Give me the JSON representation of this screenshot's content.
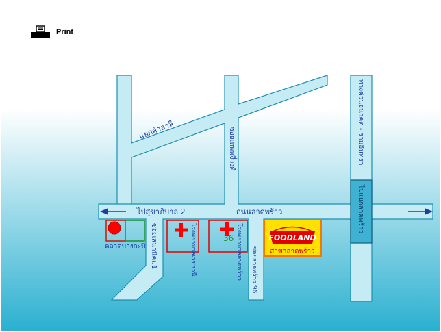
{
  "print": {
    "label": "Print"
  },
  "roads": {
    "diagonal": "แยกลำลาลี",
    "left_vertical": "ซอยเสนานิคม1",
    "middle_vertical": "ซอยเทพพจี่วงศ์",
    "right_vertical": "ทางด่วนอนาคต - รามอินทรา",
    "right_vertical_inner": "ไปแยกลาดพร้าว",
    "main_left": "ไปสุขาภิบาล 2",
    "main_right": "ถนนลาดพร้าว",
    "soi_96": "ซอยลาดพร้าว 96"
  },
  "places": {
    "market": "ตลาดบางกะปิ",
    "hospital1": "โรงพยาบาลเวชธานี",
    "hospital2": "โรงพยาบาลลาดพร้าว",
    "hospital2_number": "36",
    "foodland_brand": "FOODLAND",
    "foodland_branch": "สาขาลาดพร้าว"
  },
  "colors": {
    "road_fill": "#c5ecf4",
    "road_stroke": "#1e8fb0",
    "sky_top": "#ffffff",
    "sky_bottom": "#2bb0d0",
    "cross_red": "#ff0000",
    "foodland_yellow": "#ffe100",
    "highway_fill": "#3fb1d2"
  },
  "icons": [
    "printer-icon",
    "arrow-left-icon",
    "arrow-right-icon",
    "red-cross-icon",
    "market-marker-icon"
  ]
}
